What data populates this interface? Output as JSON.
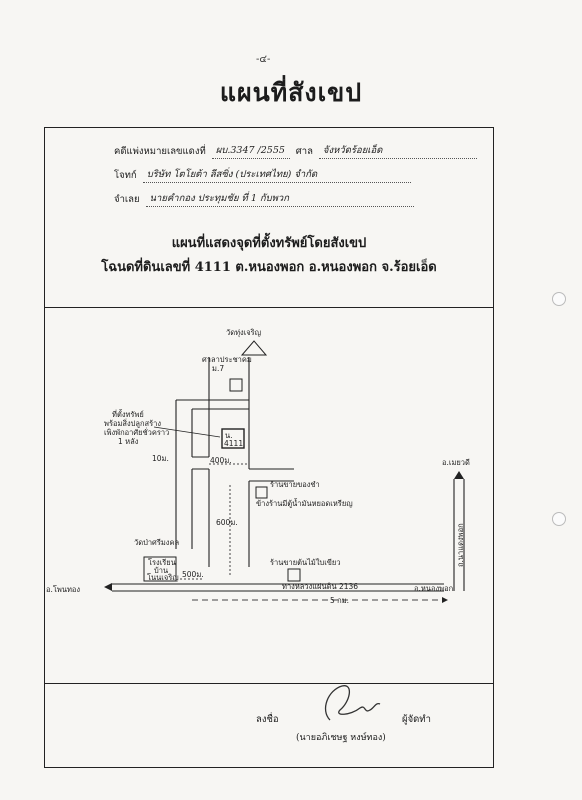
{
  "page_number": "-๔-",
  "title": "แผนที่สังเขป",
  "case": {
    "label": "คดีแพ่งหมายเลขแดงที่",
    "number": "ผบ.3347 /2555",
    "court_label": "ศาล",
    "court": "จังหวัดร้อยเอ็ด"
  },
  "plaintiff": {
    "label": "โจทก์",
    "name": "บริษัท โตโยต้า ลีสซิ่ง (ประเทศไทย) จำกัด"
  },
  "defendant": {
    "label": "จำเลย",
    "name": "นายคำกอง ประทุมชัย ที่ 1 กับพวก"
  },
  "map_title": {
    "line1": "แผนที่แสดงจุดที่ตั้งทรัพย์โดยสังเขป",
    "line2": "โฉนดที่ดินเลขที่ 4111 ต.หนองพอก อ.หนองพอก จ.ร้อยเอ็ด"
  },
  "map": {
    "temple_north": "วัดทุ่งเจริญ",
    "community_hall": "ศาลาประชาคม",
    "village": "ม.7",
    "property_label_1": "ที่ตั้งทรัพย์",
    "property_label_2": "พร้อมสิ่งปลูกสร้าง",
    "property_label_3": "เพิงพักอาศัยชั่วคราว",
    "property_label_4": "1 หลัง",
    "property_box": "น.",
    "property_no": "4111",
    "dist_10": "10ม.",
    "dist_400": "400ม.",
    "shop1_line1": "ร้านขายของชำ",
    "shop1_line2": "ข้างร้านมีตู้น้ำมันหยอดเหรียญ",
    "dist_600": "600ม.",
    "temple_west": "วัดป่าศรีมงคล",
    "hospital_line1": "โรงเรียน",
    "hospital_line2": "บ้าน",
    "hospital_line3": "โนนเจริญ",
    "dist_500": "500ม.",
    "shop2": "ร้านขายต้นไม้ใบเขียว",
    "to_meyawadi": "อ.เมยวดี",
    "road_nongphok": "ถ.นาแดงพอก",
    "to_phonthong": "อ.โพนทอง",
    "highway": "ทางหลวงแผ่นดิน 2136",
    "to_nongphok": "อ.หนองพอก",
    "dist_5km": "5 กม."
  },
  "signature": {
    "label": "ลงชื่อ",
    "role": "ผู้จัดทำ",
    "name": "(นายอภิเชษฐ หงษ์ทอง)"
  }
}
